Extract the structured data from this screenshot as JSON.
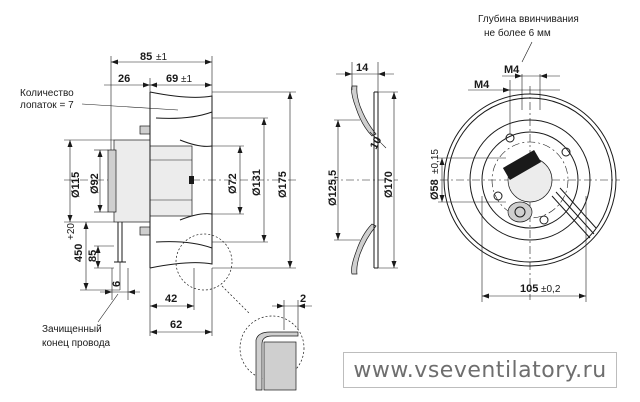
{
  "notes": {
    "blades": [
      "Количество",
      "лопаток = 7"
    ],
    "depth": [
      "Глубина ввинчивания",
      "не более 6 мм"
    ],
    "wire": [
      "Зачищенный",
      "конец провода"
    ]
  },
  "side_view": {
    "dim_85": "85",
    "dim_85_tol": "±1",
    "dim_26": "26",
    "dim_69": "69",
    "dim_69_tol": "±1",
    "dia_115": "Ø115",
    "dia_92": "Ø92",
    "dia_72": "Ø72",
    "dia_131": "Ø131",
    "dia_175": "Ø175",
    "dim_450": "450",
    "dim_450_tol": "+20",
    "dim_85v": "85",
    "dim_6": "6",
    "dim_42": "42",
    "dim_62": "62"
  },
  "detail_view": {
    "dim_2": "2"
  },
  "section_view": {
    "dim_14": "14",
    "dim_10": "10",
    "dia_125": "Ø125,5",
    "dia_170": "Ø170"
  },
  "front_view": {
    "m4_left": "M4",
    "m4_right": "M4",
    "dia_58": "Ø58",
    "dia_58_tol": "±0,15",
    "dim_105": "105",
    "dim_105_tol": "±0,2"
  },
  "watermark": "www.vseventilatory.ru"
}
